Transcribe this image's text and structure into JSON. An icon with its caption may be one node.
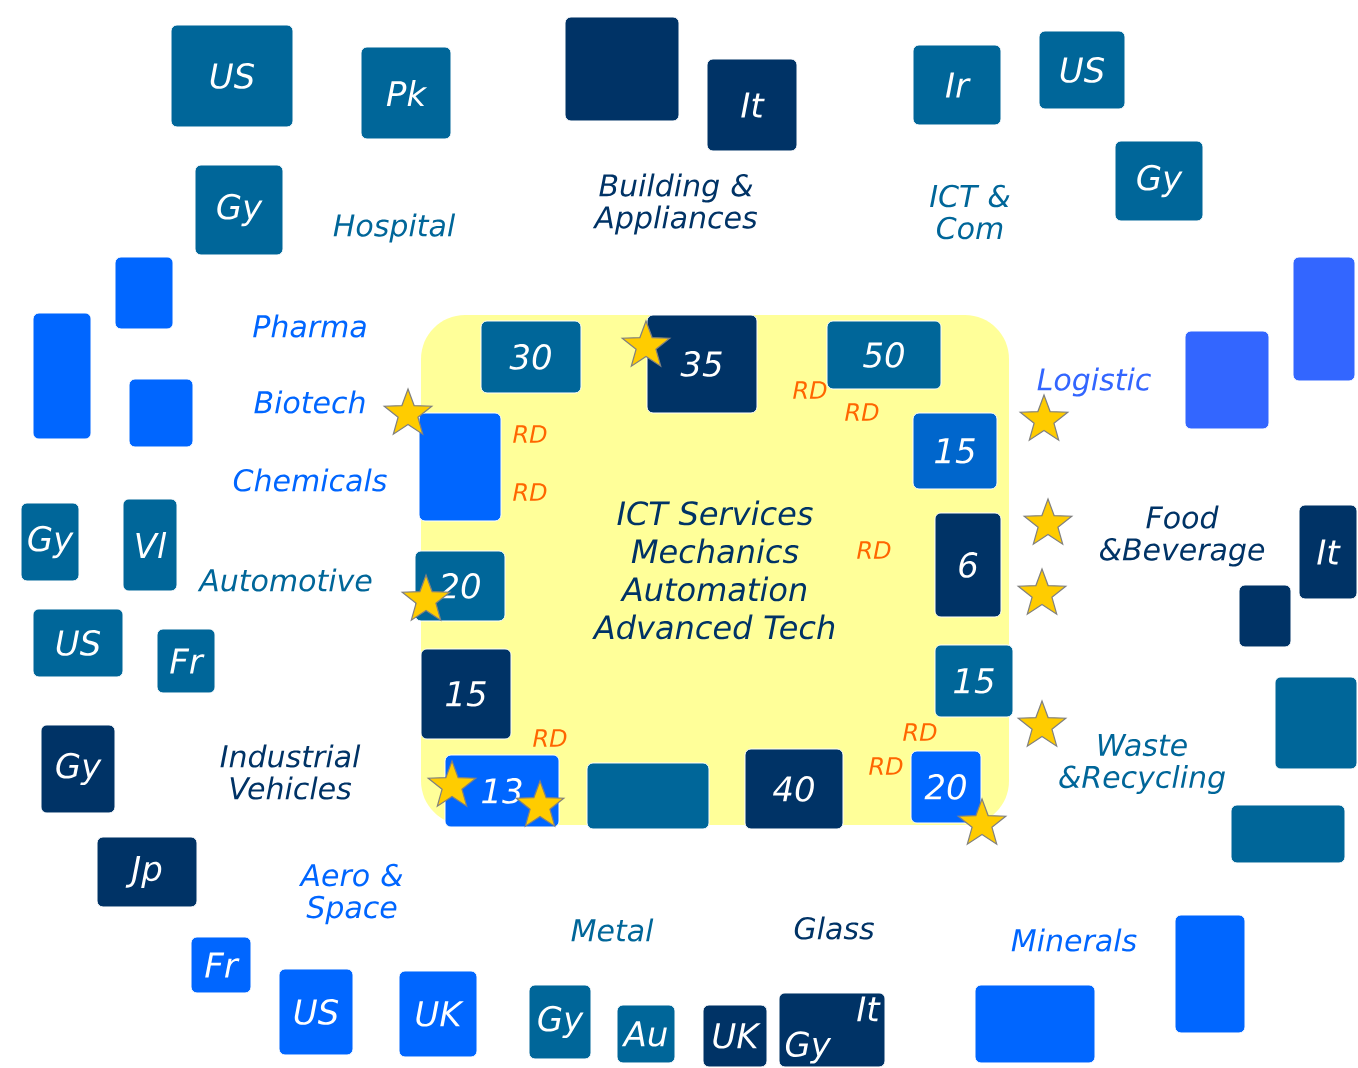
{
  "diagram": {
    "nodes": [
      {
        "text": [
          "US"
        ]
      },
      {
        "text": [
          "Pk"
        ]
      },
      {
        "text": [],
        "shape": "box"
      },
      {
        "text": [
          "It"
        ]
      },
      {
        "text": [
          "Ir"
        ]
      },
      {
        "text": [
          "US"
        ]
      },
      {
        "text": [
          "Gy"
        ]
      },
      {
        "text": [
          "Gy"
        ]
      },
      {
        "text": [],
        "shape": "box"
      },
      {
        "text": [],
        "shape": "box"
      },
      {
        "text": [],
        "shape": "box"
      },
      {
        "text": [],
        "shape": "box"
      },
      {
        "text": [],
        "shape": "box"
      },
      {
        "text": [
          "ICT Services Mechanics Automation Advanced Tech"
        ]
      },
      {
        "text": [
          "30"
        ],
        "in": 13
      },
      {
        "text": [
          "35"
        ],
        "in": 13
      },
      {
        "text": [
          "50"
        ],
        "in": 13
      },
      {
        "text": [],
        "shape": "box",
        "in": 13
      },
      {
        "text": [
          "15"
        ],
        "in": 13
      },
      {
        "text": [
          "6"
        ],
        "in": 13
      },
      {
        "text": [
          "20"
        ],
        "in": 13
      },
      {
        "text": [
          "15"
        ],
        "in": 13
      },
      {
        "text": [
          "15"
        ],
        "in": 13
      },
      {
        "text": [
          "13"
        ],
        "in": 13
      },
      {
        "text": [],
        "shape": "box",
        "in": 13
      },
      {
        "text": [
          "40"
        ],
        "in": 13
      },
      {
        "text": [
          "20"
        ],
        "in": 13
      },
      {
        "text": [
          "Gy"
        ]
      },
      {
        "text": [
          "Vl"
        ]
      },
      {
        "text": [
          "It"
        ]
      },
      {
        "text": [],
        "shape": "box"
      },
      {
        "text": [
          "US"
        ]
      },
      {
        "text": [
          "Fr"
        ]
      },
      {
        "text": [],
        "shape": "box"
      },
      {
        "text": [
          "Gy"
        ]
      },
      {
        "text": [],
        "shape": "box"
      },
      {
        "text": [
          "Jp"
        ]
      },
      {
        "text": [],
        "shape": "box"
      },
      {
        "text": [
          "Fr"
        ]
      },
      {
        "text": [
          "US"
        ]
      },
      {
        "text": [
          "UK"
        ]
      },
      {
        "text": [
          "Gy"
        ]
      },
      {
        "text": [
          "Au"
        ]
      },
      {
        "text": [
          "UK"
        ]
      },
      {
        "text": [
          "Gy",
          "It"
        ]
      },
      {
        "text": [],
        "shape": "box"
      }
    ],
    "labels": [
      "Hospital",
      "Building & Appliances",
      "ICT & Com",
      "Pharma",
      "Biotech",
      "Logistic",
      "Chemicals",
      "Food &Beverage",
      "Automotive",
      "Industrial Vehicles",
      "Waste &Recycling",
      "Aero & Space",
      "Metal",
      "Glass",
      "Minerals",
      "RD",
      "RD",
      "RD",
      "RD",
      "RD",
      "RD",
      "RD",
      "RD"
    ]
  }
}
